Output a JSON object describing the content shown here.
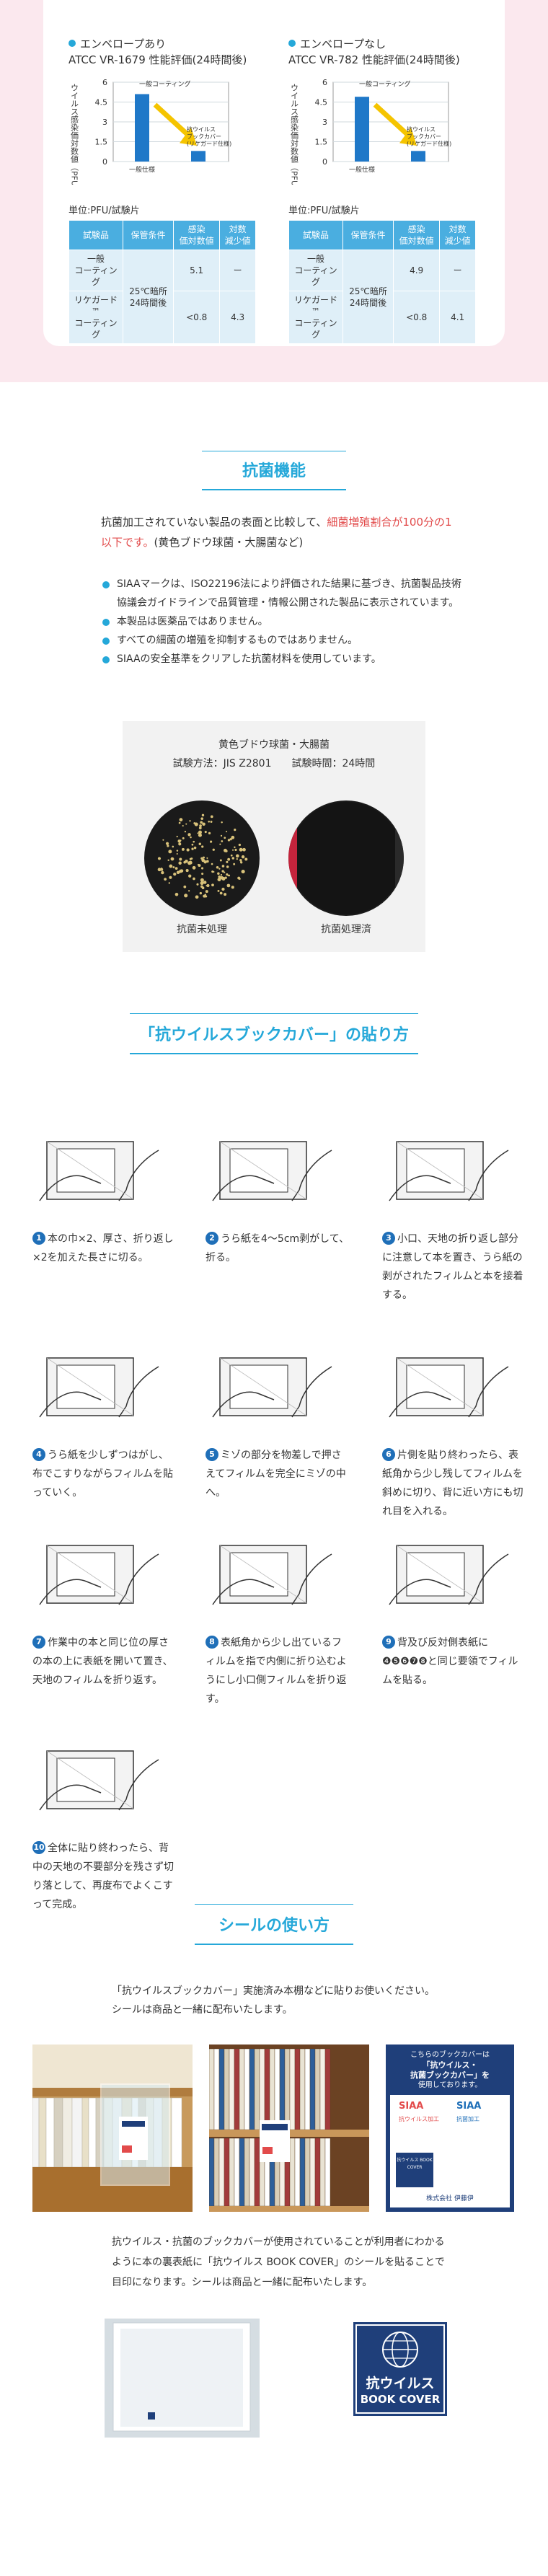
{
  "charts": [
    {
      "title": "エンベロープあり",
      "subtitle": "ATCC VR-1679 性能評価(24時間後)",
      "ylabel": "ウイルス感染価対数値（PFU／試験片）",
      "yticks": [
        "6",
        "4.5",
        "3",
        "1.5",
        "0"
      ],
      "unit": "単位:PFU/試験片",
      "headers": [
        "試験品",
        "保管条件",
        "感染\n価対数値",
        "対数\n減少値"
      ],
      "rows": [
        [
          "一般\nコーティング",
          "",
          "5.1",
          "ー"
        ],
        [
          "リケガード™\nコーティング",
          "",
          "<0.8",
          "4.3"
        ]
      ],
      "condition": "25℃暗所\n24時間後",
      "note_general": "一般コーティング",
      "note_general_x": "一般仕様",
      "note_product": "抗ウイルス\nブックカバー\n(リケガード仕様)"
    },
    {
      "title": "エンベロープなし",
      "subtitle": "ATCC VR-782 性能評価(24時間後)",
      "ylabel": "ウイルス感染価対数値（PFU／試験片）",
      "yticks": [
        "6",
        "4.5",
        "3",
        "1.5",
        "0"
      ],
      "unit": "単位:PFU/試験片",
      "headers": [
        "試験品",
        "保管条件",
        "感染\n価対数値",
        "対数\n減少値"
      ],
      "rows": [
        [
          "一般\nコーティング",
          "",
          "4.9",
          "ー"
        ],
        [
          "リケガード™\nコーティング",
          "",
          "<0.8",
          "4.1"
        ]
      ],
      "condition": "25℃暗所\n24時間後",
      "note_general": "一般コーティング",
      "note_general_x": "一般仕様",
      "note_product": "抗ウイルス\nブックカバー\n(リケガード仕様)"
    }
  ],
  "chart_data": [
    {
      "type": "bar",
      "categories": [
        "一般仕様",
        "抗ウイルスブックカバー(リケガード仕様)"
      ],
      "values": [
        5.1,
        0.8
      ],
      "title": "ATCC VR-1679 性能評価(24時間後)",
      "ylabel": "ウイルス感染価対数値（PFU／試験片）",
      "ylim": [
        0,
        6
      ],
      "grid": true
    },
    {
      "type": "bar",
      "categories": [
        "一般仕様",
        "抗ウイルスブックカバー(リケガード仕様)"
      ],
      "values": [
        4.9,
        0.8
      ],
      "title": "ATCC VR-782 性能評価(24時間後)",
      "ylabel": "ウイルス感染価対数値（PFU／試験片）",
      "ylim": [
        0,
        6
      ],
      "grid": true
    }
  ],
  "antibac": {
    "heading": "抗菌機能",
    "intro_1": "抗菌加工されていない製品の表面と比較して、",
    "intro_red": "細菌増殖割合が100分の1以下です。",
    "intro_2": "(黄色ブドウ球菌・大腸菌など)",
    "bullets": [
      "SIAAマークは、ISO22196法により評価された結果に基づき、抗菌製品技術協議会ガイドラインで品質管理・情報公開された製品に表示されています。",
      "本製品は医薬品ではありません。",
      "すべての細菌の増殖を抑制するものではありません。",
      "SIAAの安全基準をクリアした抗菌材料を使用しています。"
    ],
    "test_line1": "黄色ブドウ球菌・大腸菌",
    "test_line2": "試験方法：JIS Z2801　　試験時間：24時間",
    "dish_untreated": "抗菌未処理",
    "dish_treated": "抗菌処理済"
  },
  "howto": {
    "heading": "「抗ウイルスブックカバー」の貼り方",
    "steps": [
      {
        "n": "1",
        "text": "本の巾×2、厚さ、折り返し×2を加えた長さに切る。"
      },
      {
        "n": "2",
        "text": "うら紙を4〜5cm剥がして、折る。"
      },
      {
        "n": "3",
        "text": "小口、天地の折り返し部分に注意して本を置き、うら紙の剥がされたフィルムと本を接着する。"
      },
      {
        "n": "4",
        "text": "うら紙を少しずつはがし、布でこすりながらフィルムを貼っていく。"
      },
      {
        "n": "5",
        "text": "ミゾの部分を物差しで押さえてフィルムを完全にミゾの中へ。"
      },
      {
        "n": "6",
        "text": "片側を貼り終わったら、表紙角から少し残してフィルムを斜めに切り、背に近い方にも切れ目を入れる。"
      },
      {
        "n": "7",
        "text": "作業中の本と同じ位の厚さの本の上に表紙を開いて置き、天地のフィルムを折り返す。"
      },
      {
        "n": "8",
        "text": "表紙角から少し出ているフィルムを指で内側に折り込むようにし小口側フィルムを折り返す。"
      },
      {
        "n": "9",
        "text": "背及び反対側表紙に❹❺❻❼❽と同じ要領でフィルムを貼る。"
      },
      {
        "n": "10",
        "text": "全体に貼り終わったら、背中の天地の不要部分を残さず切り落として、再度布でよくこすって完成。"
      }
    ]
  },
  "seal": {
    "heading": "シールの使い方",
    "text1": "「抗ウイルスブックカバー」実施済み本棚などに貼りお使いください。",
    "text2": "シールは商品と一緒に配布いたします。",
    "text3": "抗ウイルス・抗菌のブックカバーが使用されていることが利用者にわかるように本の裏表紙に「抗ウイルス BOOK COVER」のシールを貼ることで目印になります。シールは商品と一緒に配布いたします。",
    "poster_lines": [
      "こちらのブックカバーは",
      "「抗ウイルス・",
      "抗菌ブックカバー」を",
      "使用しております。"
    ],
    "poster_siaa1": "SIAA",
    "poster_siaa2": "SIAA",
    "poster_sub1": "抗ウイルス加工",
    "poster_sub2": "抗菌加工",
    "poster_book": "抗ウイルス BOOK COVER",
    "poster_company": "株式会社 伊藤伊",
    "sticker_main": "抗ウイルス",
    "sticker_sub": "BOOK COVER"
  },
  "colors": {
    "accent": "#25a8d9",
    "pink": "#fbe8ee",
    "red": "#e24b4b",
    "bar": "#1f78c8",
    "arrow": "#f5c400",
    "navy": "#1f3f7a"
  }
}
